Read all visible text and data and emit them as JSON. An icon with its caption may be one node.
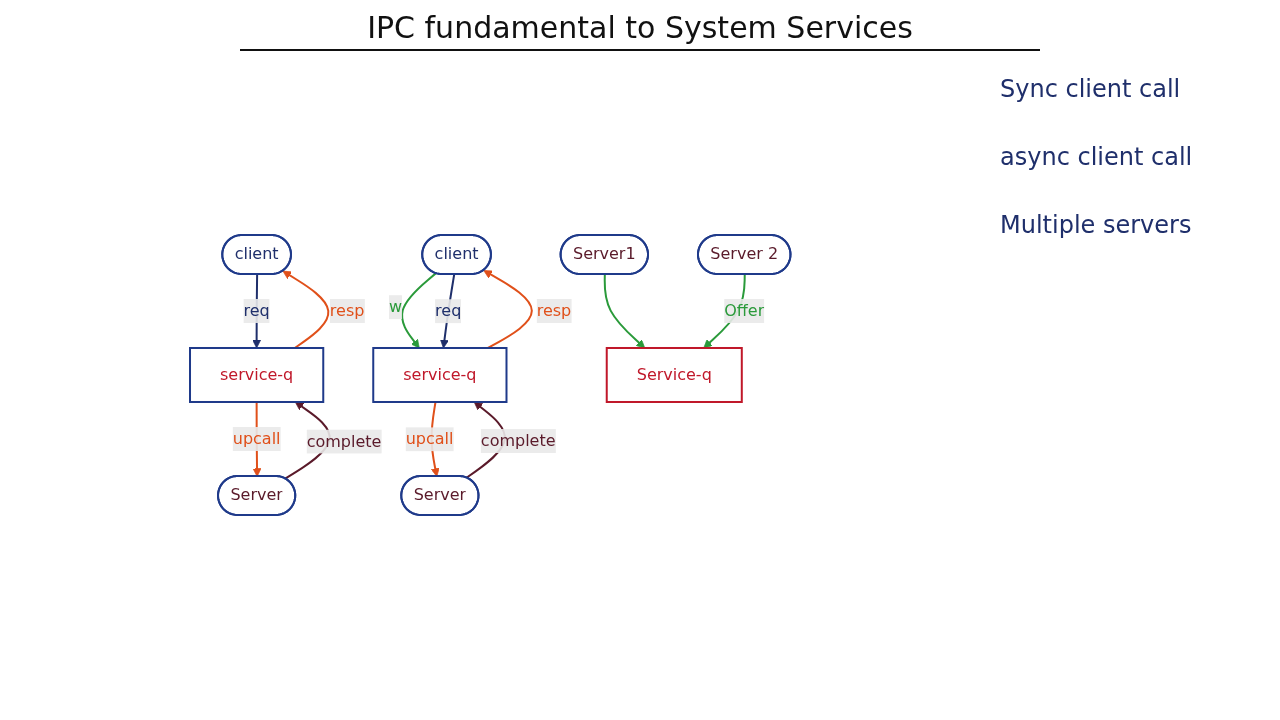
{
  "diagram": {
    "title": "IPC fundamental to System Services",
    "nodes": [
      {
        "text": [
          "client"
        ]
      },
      {
        "text": [
          "Server"
        ]
      },
      {
        "text": [
          "service-q"
        ]
      },
      {
        "text": [
          "client"
        ]
      },
      {
        "text": [
          "Server"
        ]
      },
      {
        "text": [
          "service-q"
        ]
      },
      {
        "text": [
          "Server1"
        ]
      },
      {
        "text": [
          "Server 2"
        ]
      },
      {
        "text": [
          "Service-q"
        ]
      }
    ],
    "edges": [
      {
        "from": 0,
        "to": 2,
        "arrow": "to",
        "label": "req",
        "color": "#1f2f6b"
      },
      {
        "from": 2,
        "to": 0,
        "arrow": "to",
        "label": "resp",
        "color": "#e0501a"
      },
      {
        "from": 2,
        "to": 1,
        "arrow": "to",
        "label": "upcall",
        "color": "#e0501a"
      },
      {
        "from": 1,
        "to": 2,
        "arrow": "to",
        "label": "complete",
        "color": "#5a1a2a"
      },
      {
        "from": 3,
        "to": 5,
        "arrow": "to",
        "label": "w",
        "color": "#2a9a3a"
      },
      {
        "from": 3,
        "to": 5,
        "arrow": "to",
        "label": "req",
        "color": "#1f2f6b"
      },
      {
        "from": 5,
        "to": 3,
        "arrow": "to",
        "label": "resp",
        "color": "#e0501a"
      },
      {
        "from": 5,
        "to": 4,
        "arrow": "to",
        "label": "upcall",
        "color": "#e0501a"
      },
      {
        "from": 4,
        "to": 5,
        "arrow": "to",
        "label": "complete",
        "color": "#5a1a2a"
      },
      {
        "from": 6,
        "to": 8,
        "arrow": "to",
        "color": "#2a9a3a"
      },
      {
        "from": 7,
        "to": 8,
        "arrow": "to",
        "label": "Offer",
        "color": "#2a9a3a"
      }
    ],
    "labels": [
      "Sync client call",
      "async client call",
      "Multiple servers"
    ]
  }
}
